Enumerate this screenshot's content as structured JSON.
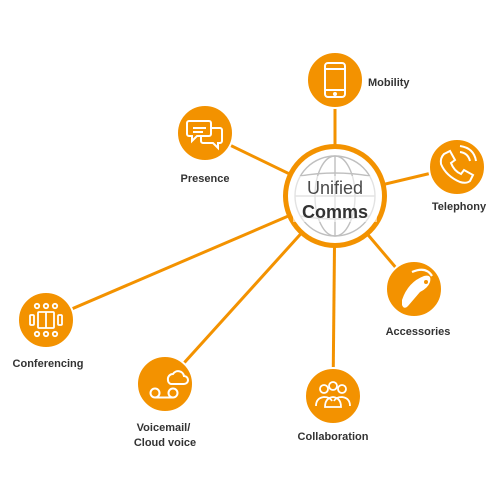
{
  "colors": {
    "accent": "#F39200",
    "text": "#333333",
    "globe": "#BFBFBF",
    "background": "#FFFFFF"
  },
  "center": {
    "line1": "Unified",
    "line2": "Comms",
    "icon": "globe-icon"
  },
  "nodes": [
    {
      "id": "mobility",
      "icon": "mobile-phone-icon",
      "label_lines": [
        "Mobility"
      ]
    },
    {
      "id": "presence",
      "icon": "chat-bubbles-icon",
      "label_lines": [
        "Presence"
      ]
    },
    {
      "id": "telephony",
      "icon": "phone-handset-icon",
      "label_lines": [
        "Telephony"
      ]
    },
    {
      "id": "accessories",
      "icon": "headset-icon",
      "label_lines": [
        "Accessories"
      ]
    },
    {
      "id": "conferencing",
      "icon": "conference-table-icon",
      "label_lines": [
        "Conferencing"
      ]
    },
    {
      "id": "voicemail",
      "icon": "voicemail-cloud-icon",
      "label_lines": [
        "Voicemail/",
        "Cloud voice"
      ]
    },
    {
      "id": "collaboration",
      "icon": "people-group-icon",
      "label_lines": [
        "Collaboration"
      ]
    }
  ]
}
